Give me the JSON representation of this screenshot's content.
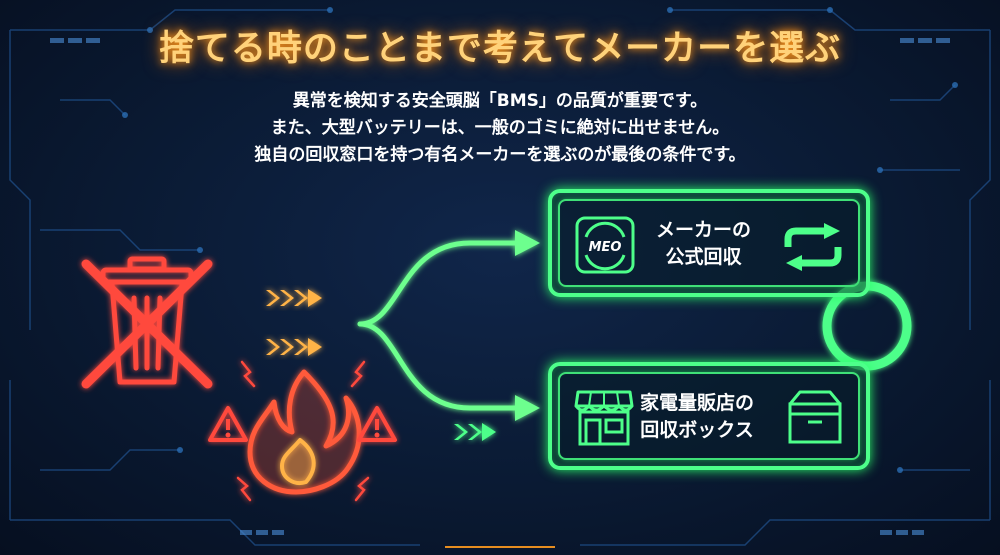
{
  "title": "捨てる時のことまで考えてメーカーを選ぶ",
  "description": {
    "line1": "異常を検知する安全頭脳「BMS」の品質が重要です。",
    "line2": "また、大型バッテリーは、一般のゴミに絶対に出せません。",
    "line3": "独自の回収窓口を持つ有名メーカーを選ぶのが最後の条件です。"
  },
  "cards": {
    "official": {
      "line1": "メーカーの",
      "line2": "公式回収",
      "logo_text": "MEO"
    },
    "store": {
      "line1": "家電量販店の",
      "line2": "回収ボックス"
    }
  },
  "icons": {
    "trash": "crossed-out-trash-icon",
    "fire": "fire-icon",
    "warning": "warning-icon",
    "logo": "maker-logo-icon",
    "recycle": "recycle-arrows-icon",
    "store": "store-icon",
    "box": "box-icon"
  },
  "colors": {
    "title": "#ffd27a",
    "danger": "#ff3b30",
    "safe": "#4dff8a",
    "background": "#0a1a33"
  }
}
